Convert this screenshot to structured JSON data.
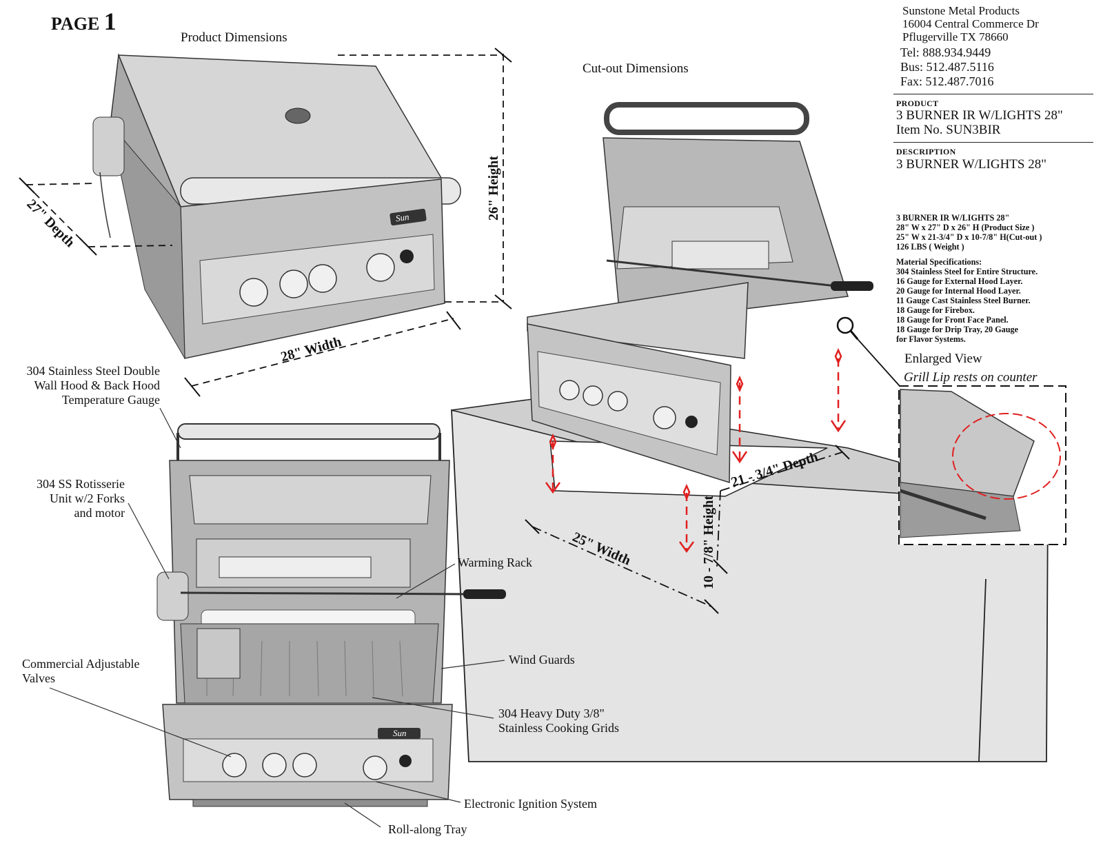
{
  "page": {
    "label": "PAGE",
    "number": "1"
  },
  "sections": {
    "product_dimensions": "Product Dimensions",
    "cutout_dimensions": "Cut-out Dimensions",
    "enlarged_view": "Enlarged View",
    "grill_lip": "Grill Lip rests on counter"
  },
  "company": {
    "name": "Sunstone Metal Products",
    "address1": "16004 Central Commerce Dr",
    "address2": "Pflugerville TX 78660",
    "tel": "Tel: 888.934.9449",
    "bus": "Bus: 512.487.5116",
    "fax": "Fax: 512.487.7016"
  },
  "product": {
    "label": "PRODUCT",
    "name": "3 BURNER IR W/LIGHTS 28\"",
    "item": "Item No. SUN3BIR"
  },
  "description": {
    "label": "DESCRIPTION",
    "text": "3 BURNER W/LIGHTS 28\""
  },
  "specs": [
    "3 BURNER IR W/LIGHTS 28\"",
    "28\" W x 27\" D x 26\" H (Product Size )",
    "25\" W x 21-3/4\" D x 10-7/8\" H(Cut-out )",
    "126 LBS ( Weight )"
  ],
  "materials": [
    "Material Specifications:",
    "304 Stainless Steel for Entire Structure.",
    "16 Gauge for External Hood Layer.",
    "20 Gauge for Internal Hood Layer.",
    "11 Gauge Cast Stainless Steel Burner.",
    "18 Gauge for Firebox.",
    "18 Gauge for Front Face Panel.",
    "18 Gauge for Drip Tray, 20 Gauge",
    "for Flavor Systems."
  ],
  "dimensions": {
    "depth": "27\" Depth",
    "height": "26\" Height",
    "width": "28\" Width",
    "cut_width": "25\" Width",
    "cut_depth": "21 - 3/4\" Depth",
    "cut_height": "10 - 7/8\" Height"
  },
  "callouts": {
    "hood_l1": "304 Stainless Steel Double",
    "hood_l2": "Wall Hood & Back Hood",
    "hood_l3": "Temperature Gauge",
    "rot_l1": "304 SS Rotisserie",
    "rot_l2": "Unit w/2 Forks",
    "rot_l3": "and  motor",
    "warming_rack": "Warming Rack",
    "wind_guards": "Wind Guards",
    "valves_l1": "Commercial Adjustable",
    "valves_l2": "Valves",
    "grids_l1": "304 Heavy Duty 3/8\"",
    "grids_l2": "Stainless Cooking Grids",
    "ignition": "Electronic Ignition System",
    "tray": "Roll-along Tray"
  },
  "brand_badge": "Sun",
  "colors": {
    "steel": "#c9c9c9",
    "steel_dark": "#8a8a8a",
    "accent_red": "#e02020",
    "ink": "#111111"
  }
}
